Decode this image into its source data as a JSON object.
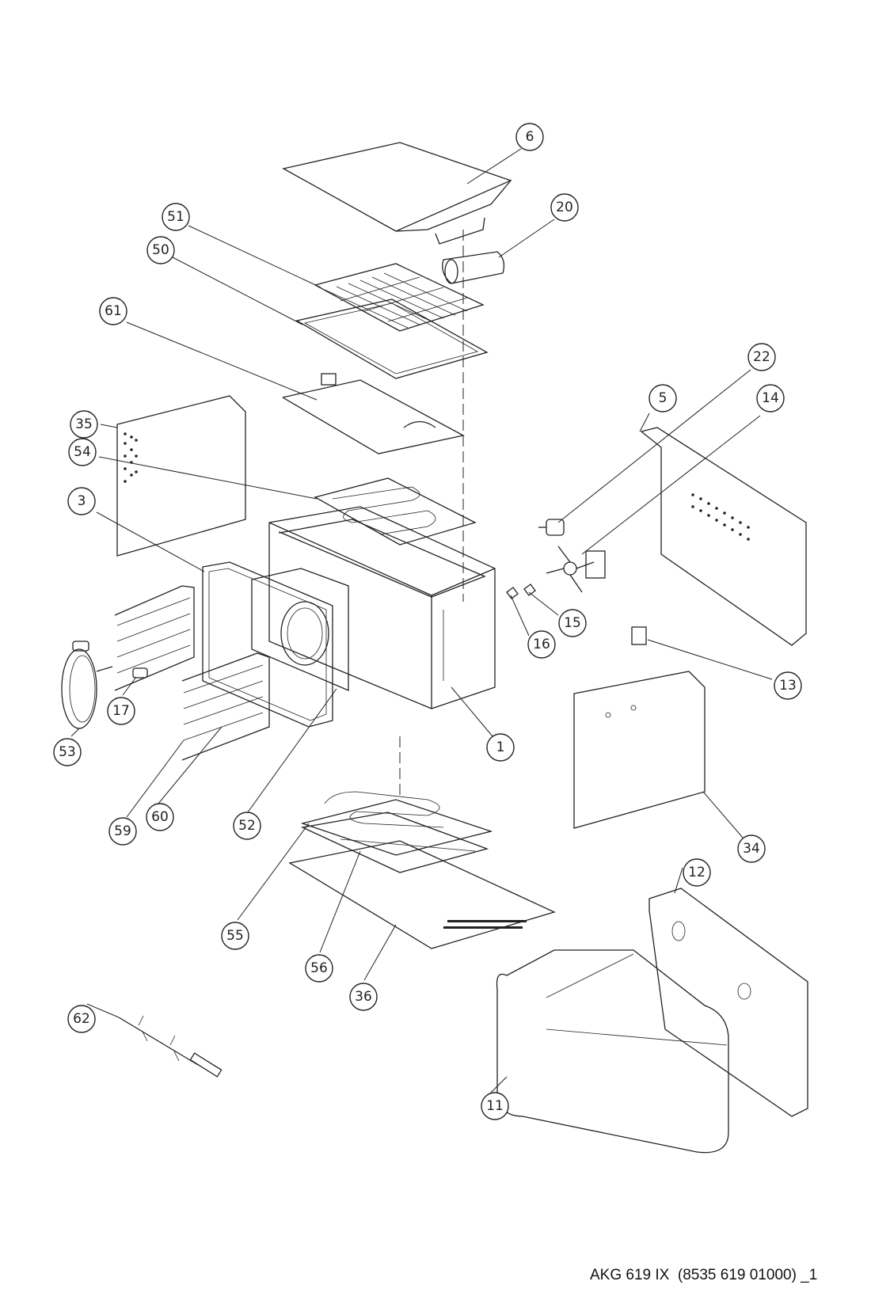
{
  "footer": {
    "model_label": "AKG 619 IX  (8535 619 01000) _1"
  },
  "callouts": [
    {
      "id": "6",
      "label": "6"
    },
    {
      "id": "20",
      "label": "20"
    },
    {
      "id": "51",
      "label": "51"
    },
    {
      "id": "50",
      "label": "50"
    },
    {
      "id": "61",
      "label": "61"
    },
    {
      "id": "22",
      "label": "22"
    },
    {
      "id": "5",
      "label": "5"
    },
    {
      "id": "14",
      "label": "14"
    },
    {
      "id": "35",
      "label": "35"
    },
    {
      "id": "54",
      "label": "54"
    },
    {
      "id": "3",
      "label": "3"
    },
    {
      "id": "15",
      "label": "15"
    },
    {
      "id": "16",
      "label": "16"
    },
    {
      "id": "13",
      "label": "13"
    },
    {
      "id": "17",
      "label": "17"
    },
    {
      "id": "1",
      "label": "1"
    },
    {
      "id": "53",
      "label": "53"
    },
    {
      "id": "34",
      "label": "34"
    },
    {
      "id": "59",
      "label": "59"
    },
    {
      "id": "60",
      "label": "60"
    },
    {
      "id": "52",
      "label": "52"
    },
    {
      "id": "12",
      "label": "12"
    },
    {
      "id": "55",
      "label": "55"
    },
    {
      "id": "56",
      "label": "56"
    },
    {
      "id": "36",
      "label": "36"
    },
    {
      "id": "62",
      "label": "62"
    },
    {
      "id": "11",
      "label": "11"
    }
  ]
}
